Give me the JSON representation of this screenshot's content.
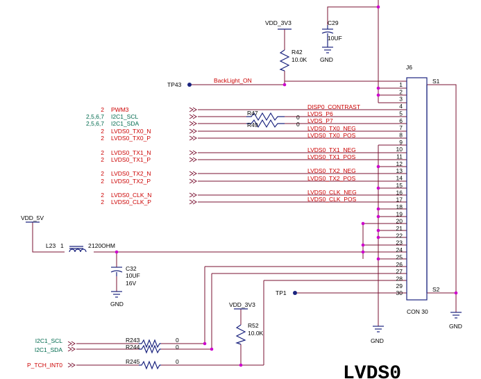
{
  "title": "LVDS0",
  "colors": {
    "wire": "#7a1030",
    "component": "#1a237e",
    "red_text": "#cc0000",
    "green_text": "#006a4e",
    "junction": "#cc00cc",
    "black": "#000000"
  },
  "connector": {
    "ref": "J6",
    "value": "CON 30",
    "s1": "S1",
    "s2": "S2",
    "pins": [
      "1",
      "2",
      "3",
      "4",
      "5",
      "6",
      "7",
      "8",
      "9",
      "10",
      "11",
      "12",
      "13",
      "14",
      "15",
      "16",
      "17",
      "18",
      "19",
      "20",
      "21",
      "22",
      "23",
      "24",
      "25",
      "26",
      "27",
      "28",
      "29",
      "30"
    ]
  },
  "power": {
    "vdd_3v3_top": "VDD_3V3",
    "vdd_3v3_bottom": "VDD_3V3",
    "vdd_5v": "VDD_5V",
    "gnd": "GND"
  },
  "testpoints": {
    "tp43": "TP43",
    "tp1": "TP1"
  },
  "nets": {
    "backlight_on": "BackLight_ON"
  },
  "components": {
    "c29": {
      "ref": "C29",
      "value": "10UF"
    },
    "r42": {
      "ref": "R42",
      "value": "10.0K"
    },
    "r47": {
      "ref": "R47",
      "value": "0"
    },
    "r49": {
      "ref": "R49",
      "value": "0"
    },
    "l23": {
      "ref": "L23",
      "pin1": "1",
      "pin2": "2",
      "value": "120OHM"
    },
    "c32": {
      "ref": "C32",
      "value": "10UF",
      "voltage": "16V"
    },
    "r52": {
      "ref": "R52",
      "value": "10.0K"
    },
    "r243": {
      "ref": "R243",
      "value": "0"
    },
    "r244": {
      "ref": "R244",
      "value": "0"
    },
    "r245": {
      "ref": "R245",
      "value": "0"
    }
  },
  "left_signals": [
    {
      "page": "2",
      "name": "PWM3",
      "color": "red",
      "net": "DISP0_CONTRAST"
    },
    {
      "page": "2,5,6,7",
      "name": "I2C1_SCL",
      "color": "green",
      "net": "LVDS_P6"
    },
    {
      "page": "2,5,6,7",
      "name": "I2C1_SDA",
      "color": "green",
      "net": "LVDS_P7"
    },
    {
      "page": "2",
      "name": "LVDS0_TX0_N",
      "color": "red",
      "net": "LVDS0_TX0_NEG"
    },
    {
      "page": "2",
      "name": "LVDS0_TX0_P",
      "color": "red",
      "net": "LVDS0_TX0_POS"
    },
    {
      "page": "2",
      "name": "LVDS0_TX1_N",
      "color": "red",
      "net": "LVDS0_TX1_NEG"
    },
    {
      "page": "2",
      "name": "LVDS0_TX1_P",
      "color": "red",
      "net": "LVDS0_TX1_POS"
    },
    {
      "page": "2",
      "name": "LVDS0_TX2_N",
      "color": "red",
      "net": "LVDS0_TX2_NEG"
    },
    {
      "page": "2",
      "name": "LVDS0_TX2_P",
      "color": "red",
      "net": "LVDS0_TX2_POS"
    },
    {
      "page": "2",
      "name": "LVDS0_CLK_N",
      "color": "red",
      "net": "LVDS0_CLK_NEG"
    },
    {
      "page": "2",
      "name": "LVDS0_CLK_P",
      "color": "red",
      "net": "LVDS0_CLK_POS"
    }
  ],
  "bottom_signals": [
    {
      "name": "I2C1_SCL",
      "color": "green"
    },
    {
      "name": "I2C1_SDA",
      "color": "green"
    },
    {
      "name": "P_TCH_INT0",
      "color": "red"
    }
  ]
}
